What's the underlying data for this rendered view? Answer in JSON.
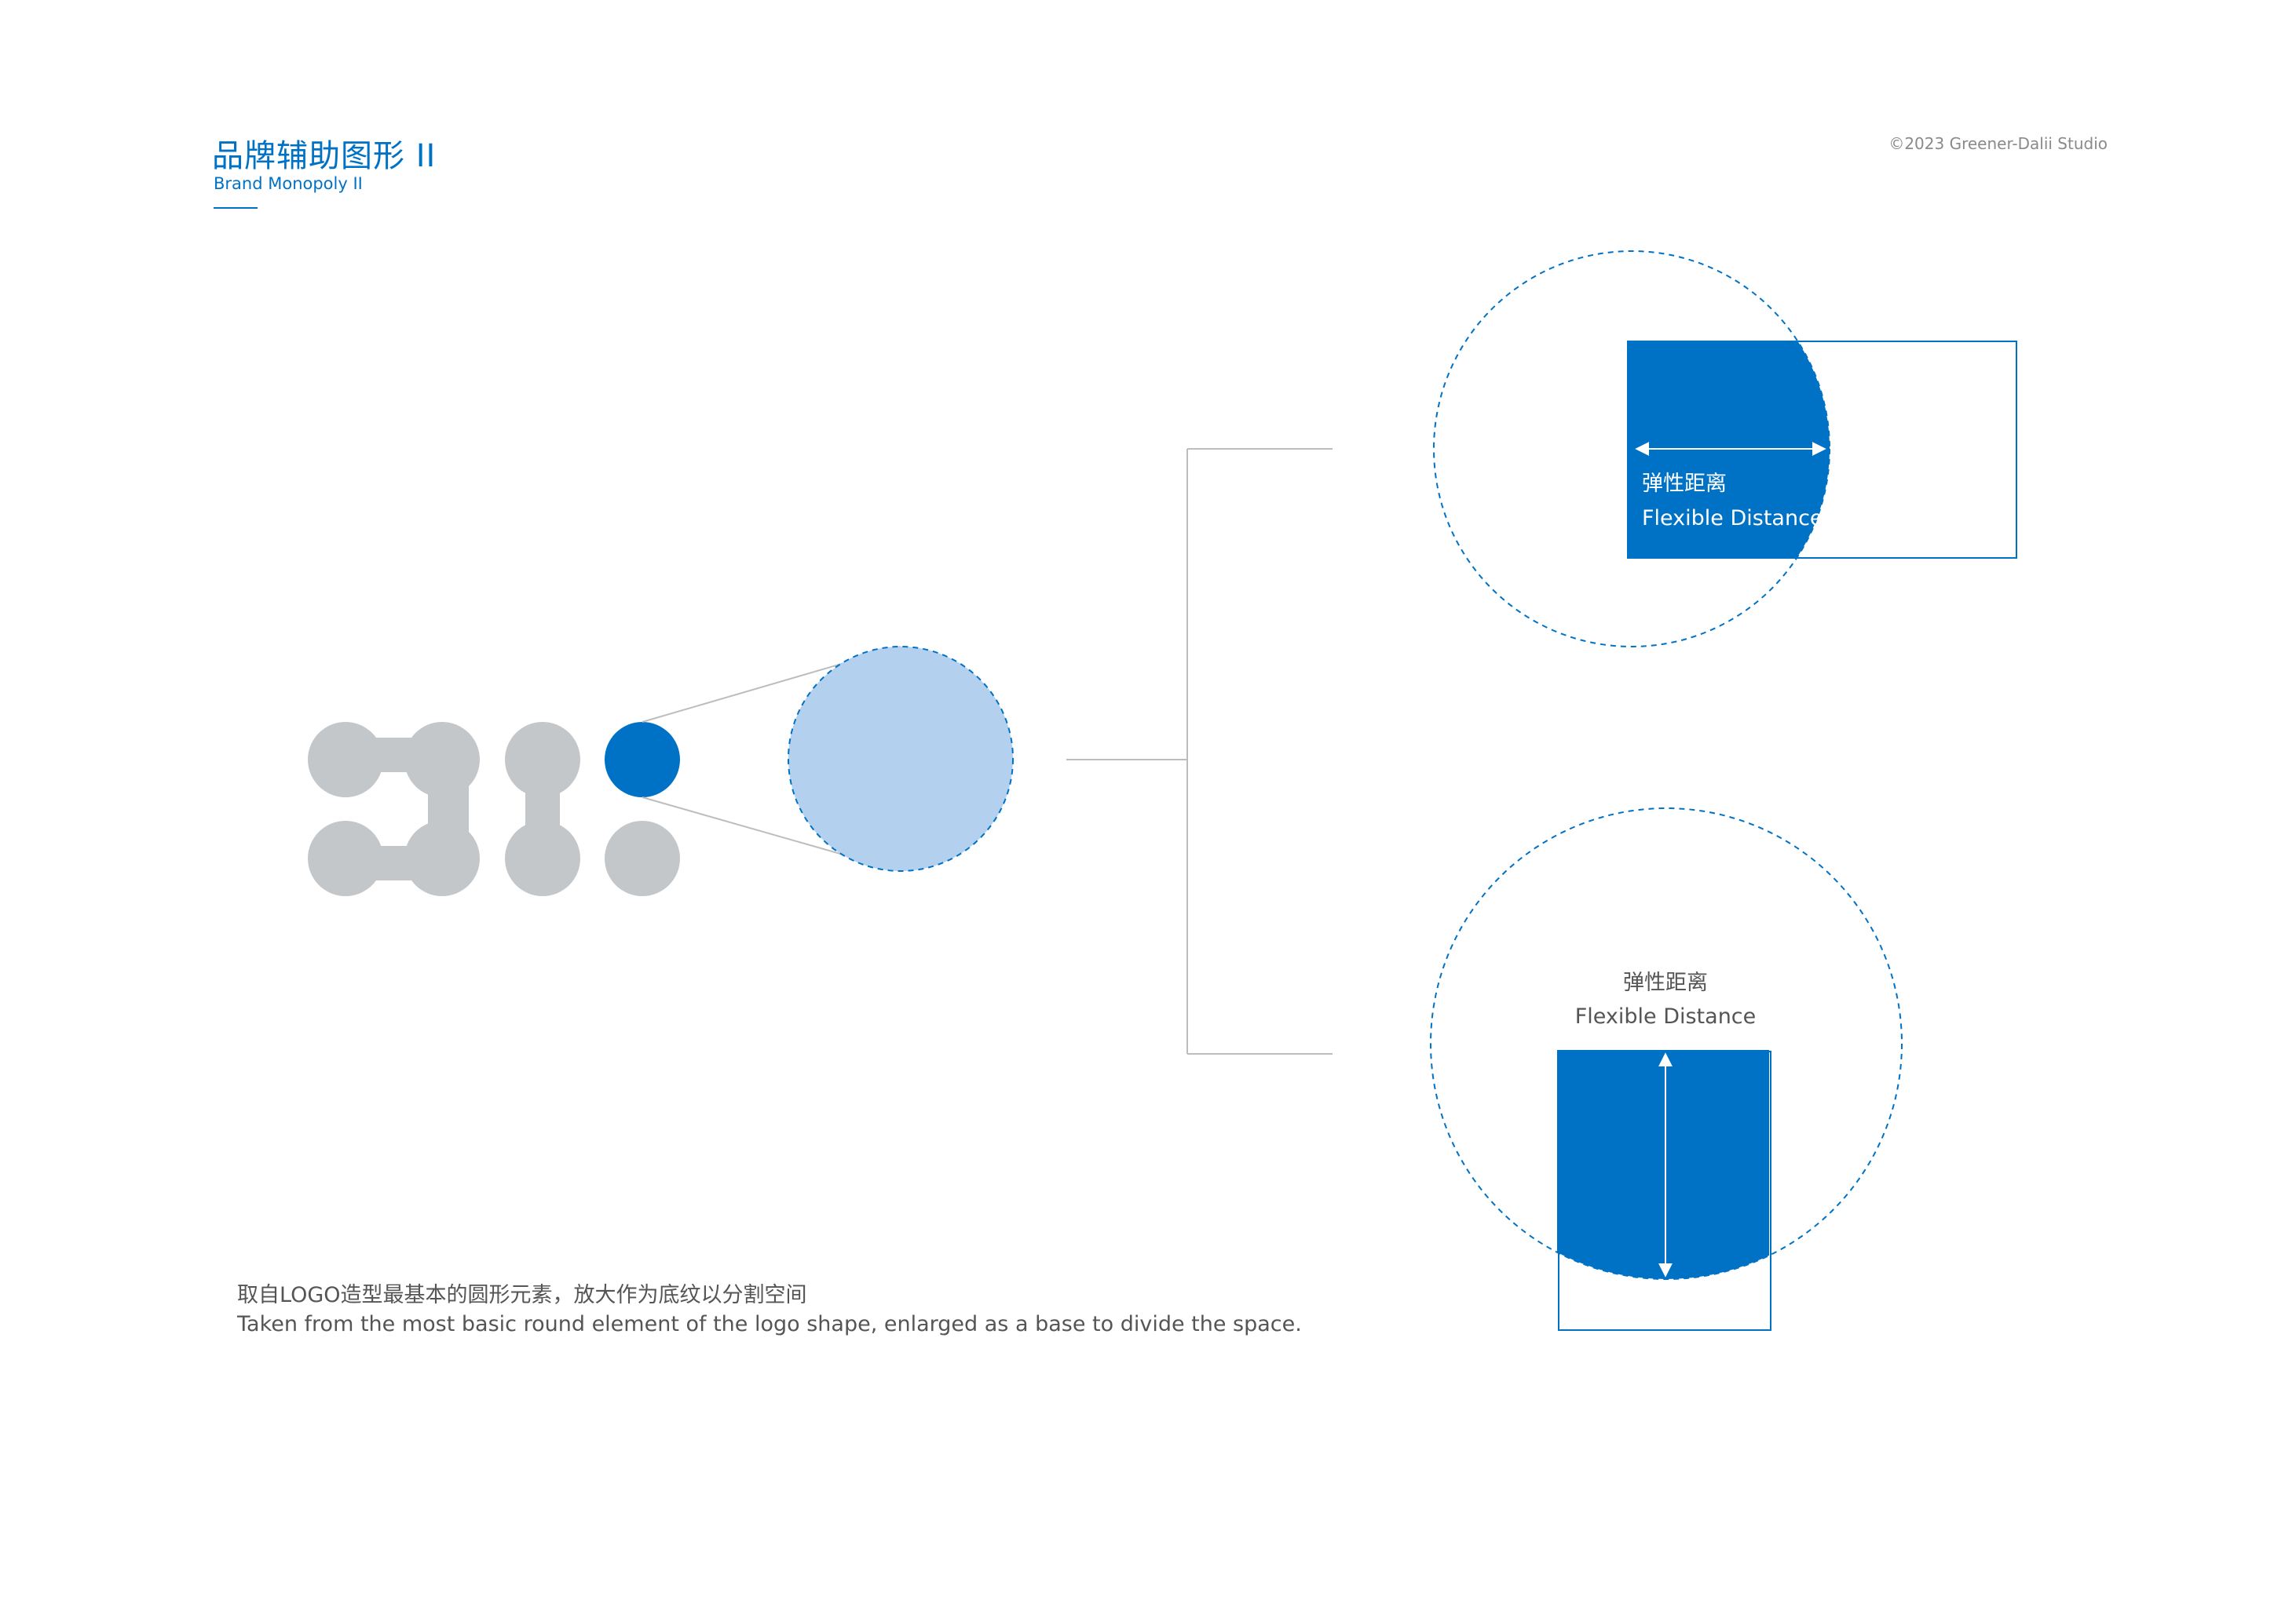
{
  "header": {
    "title_zh": "品牌辅助图形 II",
    "title_en": "Brand Monopoly II",
    "copyright": "©2023 Greener-Dalii Studio"
  },
  "diagram": {
    "top_example": {
      "label_zh": "弹性距离",
      "label_en": "Flexible Distance"
    },
    "bottom_example": {
      "label_zh": "弹性距离",
      "label_en": "Flexible Distance"
    }
  },
  "caption": {
    "zh": "取自LOGO造型最基本的圆形元素，放大作为底纹以分割空间",
    "en": "Taken from the most basic round element of the logo shape, enlarged as a base to divide the space."
  },
  "colors": {
    "brand_blue": "#0072C6",
    "light_blue": "#B3D1EE",
    "logo_gray": "#C4C7CA",
    "line_gray": "#BDBDBD"
  }
}
